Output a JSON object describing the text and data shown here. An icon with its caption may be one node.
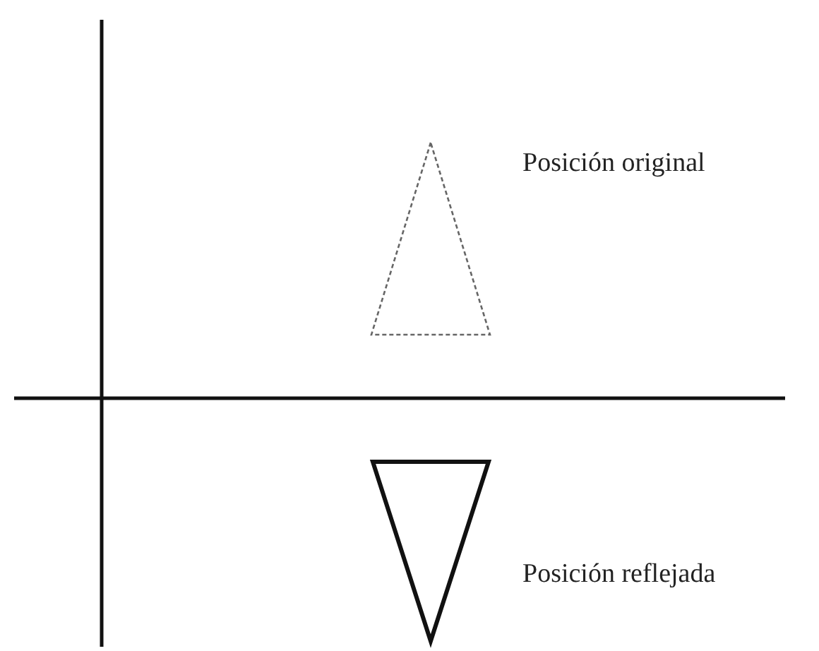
{
  "diagram": {
    "nodes": [
      {
        "text": [],
        "shape": "triangle",
        "beside": [
          "Posición original"
        ]
      },
      {
        "text": [],
        "shape": "triangle",
        "beside": [
          "Posición reflejada"
        ]
      }
    ]
  }
}
